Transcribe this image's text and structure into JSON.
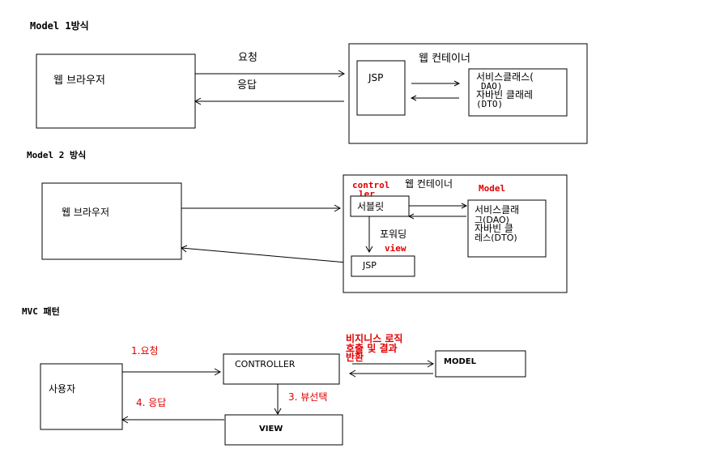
{
  "model1": {
    "heading": "Model 1방식",
    "browser": "웹 브라우저",
    "request": "요청",
    "response": "응답",
    "container": "웹 컨테이너",
    "jsp": "JSP",
    "service_lines": [
      "서비스클래스(",
      "DAO)",
      "자바빈 클래레",
      "(DTO)"
    ]
  },
  "model2": {
    "heading": "Model 2 방식",
    "browser": "웹 브라우저",
    "container": "웹 컨테이너",
    "controller_label_lines": [
      "control",
      "ler"
    ],
    "servlet": "서블릿",
    "model_label": "Model",
    "service_lines": [
      "서비스클래",
      "그(DAO)",
      "자바빈 클",
      "레스(DTO)"
    ],
    "forward": "포워딩",
    "view_label": "view",
    "jsp": "JSP"
  },
  "mvc": {
    "heading": "MVC 패턴",
    "user": "사용자",
    "request": "1.요청",
    "response": "4. 응답",
    "controller": "CONTROLLER",
    "business_lines": [
      "비지니스 로직",
      "호출 및 결과",
      "반환"
    ],
    "model": "MODEL",
    "view_select": "3. 뷰선택",
    "view": "VIEW"
  }
}
